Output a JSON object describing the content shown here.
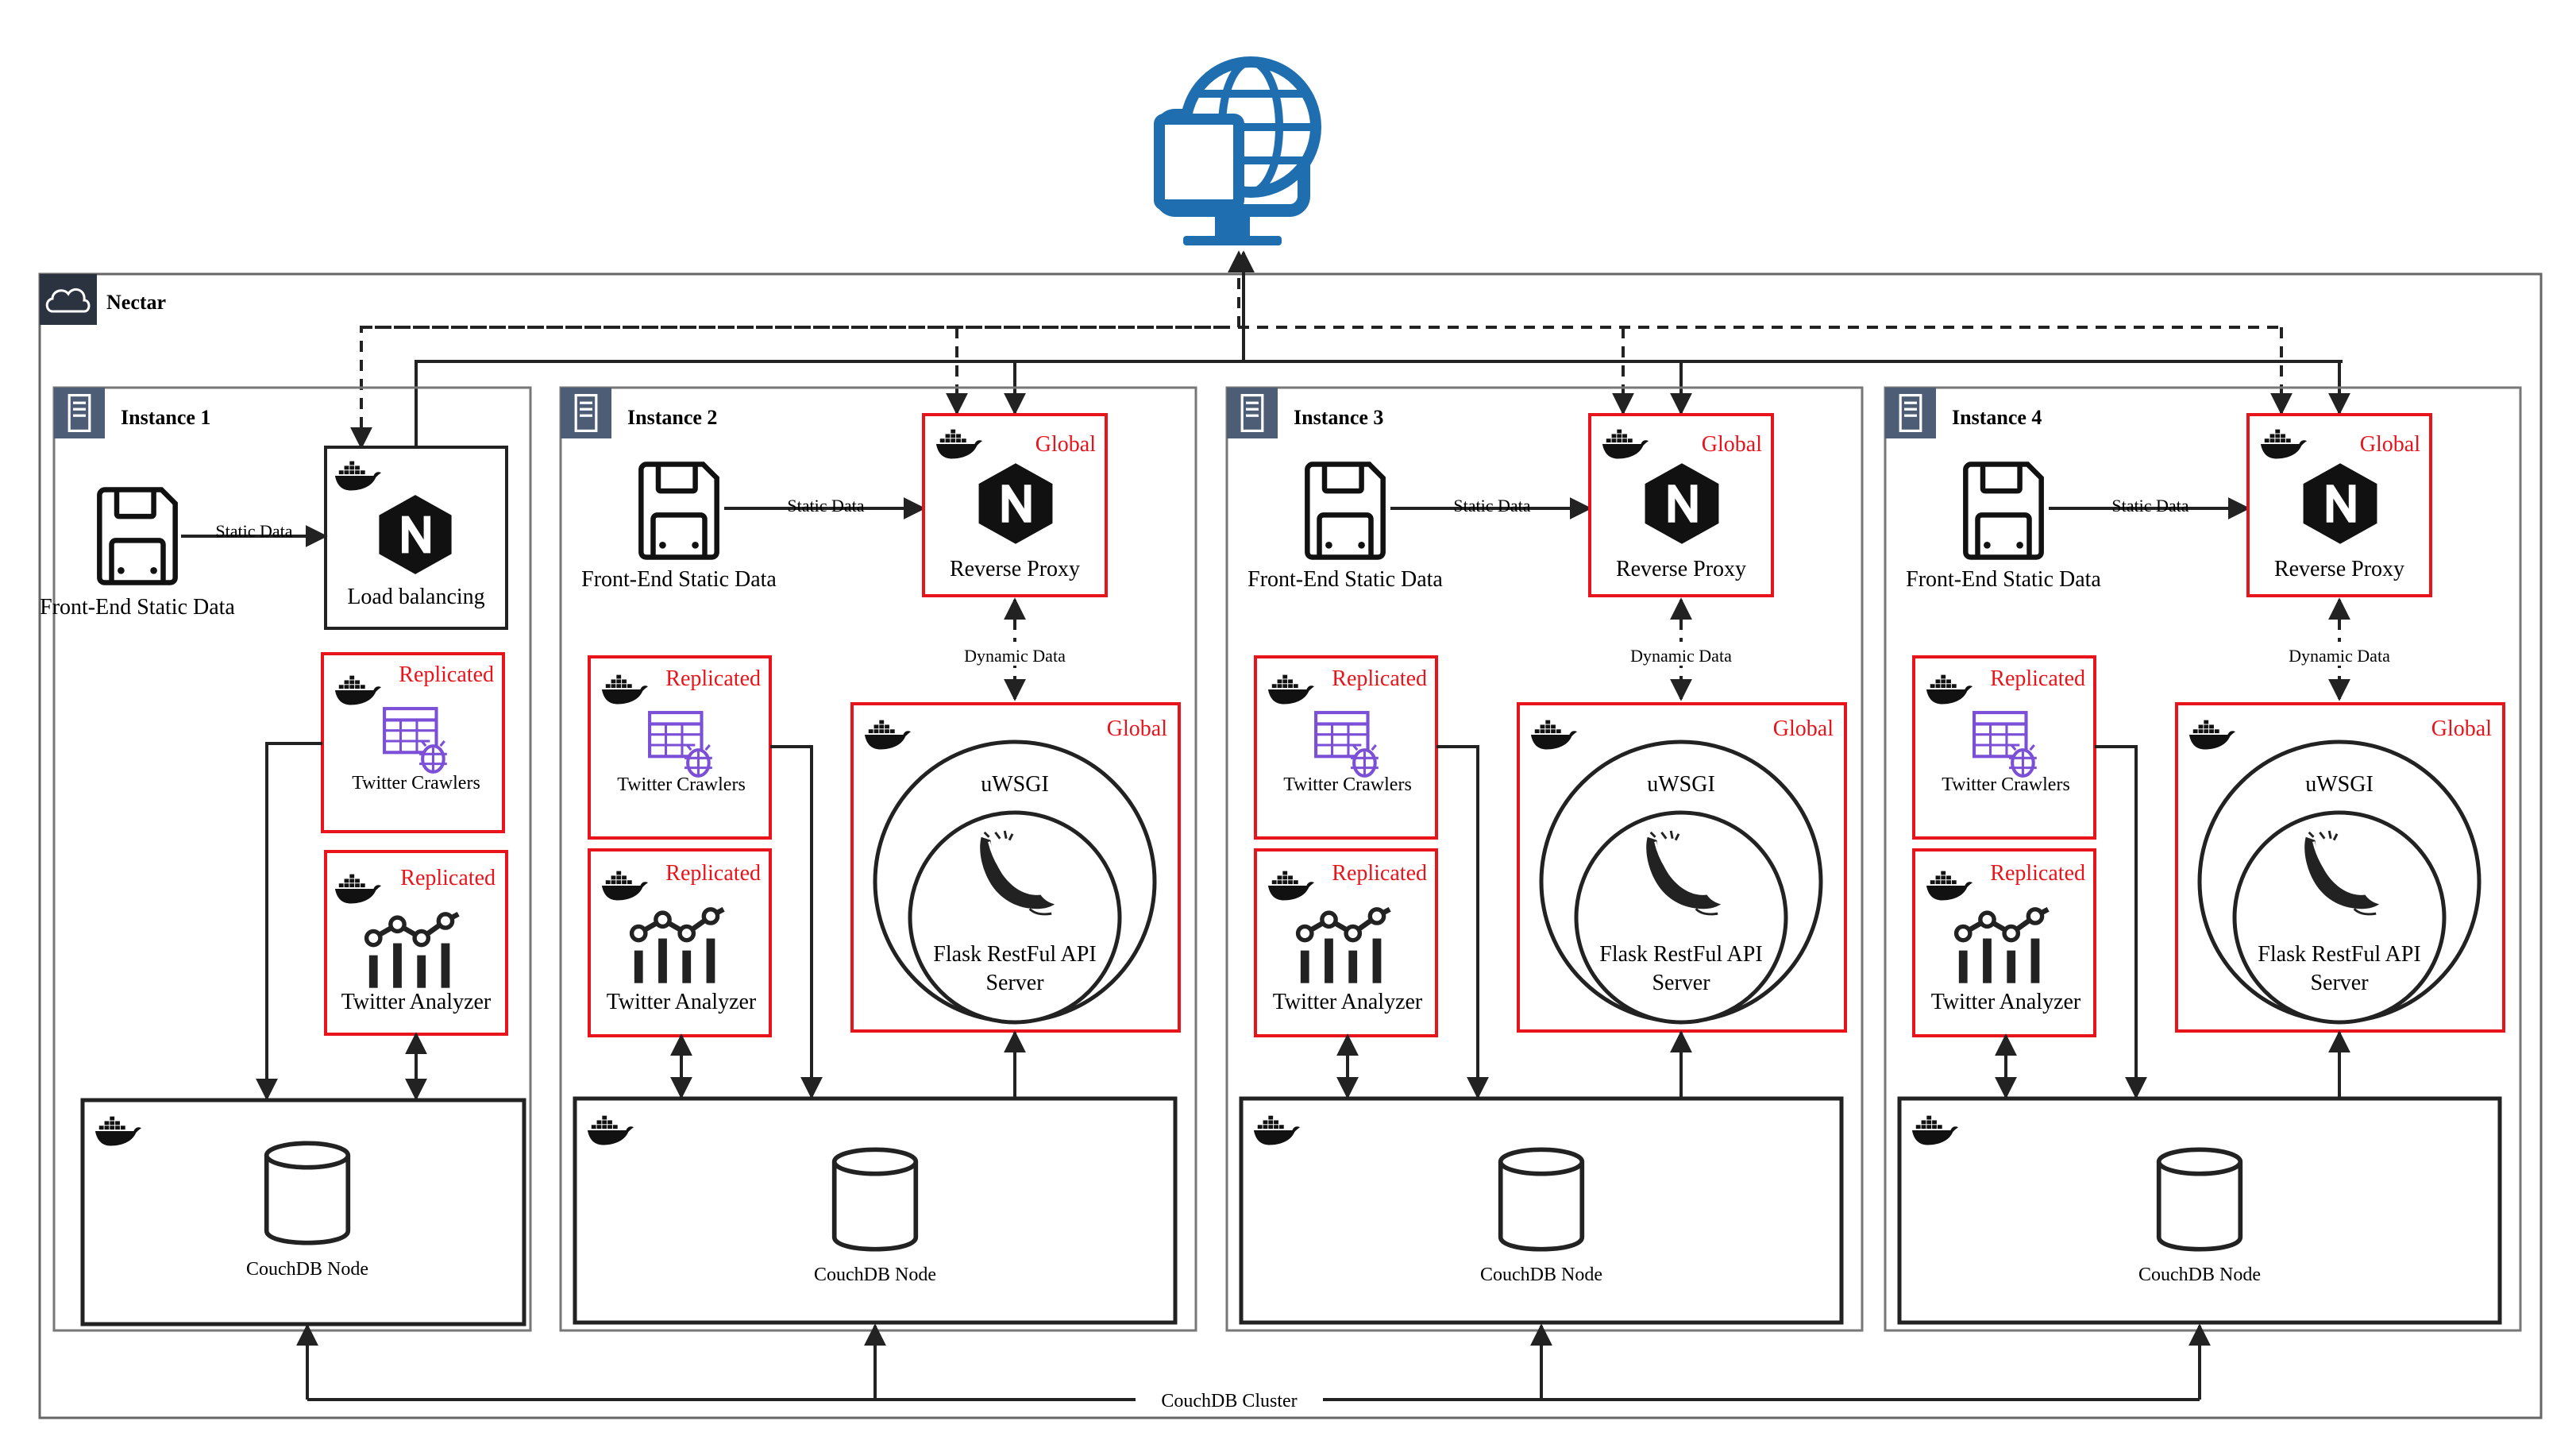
{
  "cloud": {
    "label": "Nectar"
  },
  "instances": [
    {
      "title": "Instance 1",
      "static_label": "Front-End Static Data",
      "arrow_label": "Static Data",
      "entry": {
        "title": "Load balancing",
        "badge": ""
      },
      "crawlers": {
        "badge": "Replicated",
        "label": "Twitter Crawlers"
      },
      "analyzer": {
        "badge": "Replicated",
        "label": "Twitter Analyzer"
      },
      "db": {
        "label": "CouchDB Node"
      }
    },
    {
      "title": "Instance 2",
      "static_label": "Front-End Static Data",
      "arrow_label": "Static Data",
      "entry": {
        "title": "Reverse Proxy",
        "badge": "Global"
      },
      "dynamic_label": "Dynamic Data",
      "api": {
        "badge": "Global",
        "outer": "uWSGI",
        "inner": "Flask RestFul API Server"
      },
      "crawlers": {
        "badge": "Replicated",
        "label": "Twitter Crawlers"
      },
      "analyzer": {
        "badge": "Replicated",
        "label": "Twitter Analyzer"
      },
      "db": {
        "label": "CouchDB Node"
      }
    },
    {
      "title": "Instance 3",
      "static_label": "Front-End Static Data",
      "arrow_label": "Static Data",
      "entry": {
        "title": "Reverse Proxy",
        "badge": "Global"
      },
      "dynamic_label": "Dynamic Data",
      "api": {
        "badge": "Global",
        "outer": "uWSGI",
        "inner": "Flask RestFul API Server"
      },
      "crawlers": {
        "badge": "Replicated",
        "label": "Twitter Crawlers"
      },
      "analyzer": {
        "badge": "Replicated",
        "label": "Twitter Analyzer"
      },
      "db": {
        "label": "CouchDB Node"
      }
    },
    {
      "title": "Instance 4",
      "static_label": "Front-End Static Data",
      "arrow_label": "Static Data",
      "entry": {
        "title": "Reverse Proxy",
        "badge": "Global"
      },
      "dynamic_label": "Dynamic Data",
      "api": {
        "badge": "Global",
        "outer": "uWSGI",
        "inner": "Flask RestFul API Server"
      },
      "crawlers": {
        "badge": "Replicated",
        "label": "Twitter Crawlers"
      },
      "analyzer": {
        "badge": "Replicated",
        "label": "Twitter Analyzer"
      },
      "db": {
        "label": "CouchDB Node"
      }
    }
  ],
  "cluster_label": "CouchDB Cluster",
  "colors": {
    "accent": "#e8141b",
    "client": "#1f6fb0",
    "header": "#4d5d75",
    "line": "#222222"
  },
  "icons": {
    "client": "monitor-globe-icon",
    "container": "docker-whale-icon",
    "entry": "nginx-icon",
    "db": "database-cylinder-icon"
  }
}
